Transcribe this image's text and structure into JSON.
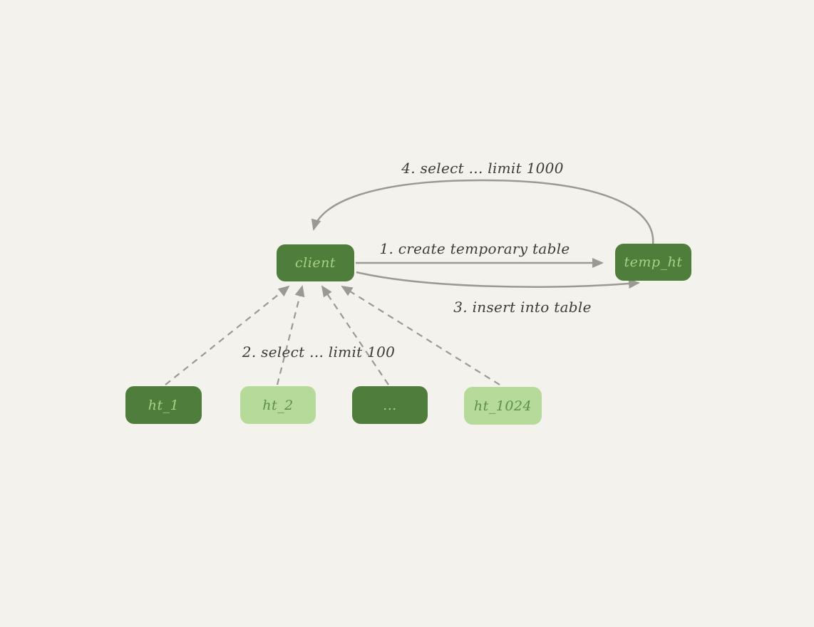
{
  "diagram": {
    "nodes": {
      "client": {
        "label": "client"
      },
      "temp_ht": {
        "label": "temp_ht"
      },
      "ht_1": {
        "label": "ht_1"
      },
      "ht_2": {
        "label": "ht_2"
      },
      "ht_dots": {
        "label": "..."
      },
      "ht_1024": {
        "label": "ht_1024"
      }
    },
    "edges": {
      "step1": {
        "label": "1. create temporary table",
        "style": "solid",
        "from": "client",
        "to": "temp_ht"
      },
      "step2": {
        "label": "2. select ... limit 100",
        "style": "dashed",
        "from": "ht tables",
        "to": "client"
      },
      "step3": {
        "label": "3. insert into table",
        "style": "solid",
        "from": "client",
        "to": "temp_ht"
      },
      "step4": {
        "label": "4. select ... limit 1000",
        "style": "solid",
        "from": "temp_ht",
        "to": "client"
      }
    },
    "colors": {
      "background": "#f4f2ec",
      "node_dark": "#4e7d3c",
      "node_light": "#b6da9a",
      "text_on_dark": "#a8d184",
      "text_on_light": "#5d8f49",
      "arrow": "#9a9a95",
      "label_text": "#3c3c38"
    }
  }
}
